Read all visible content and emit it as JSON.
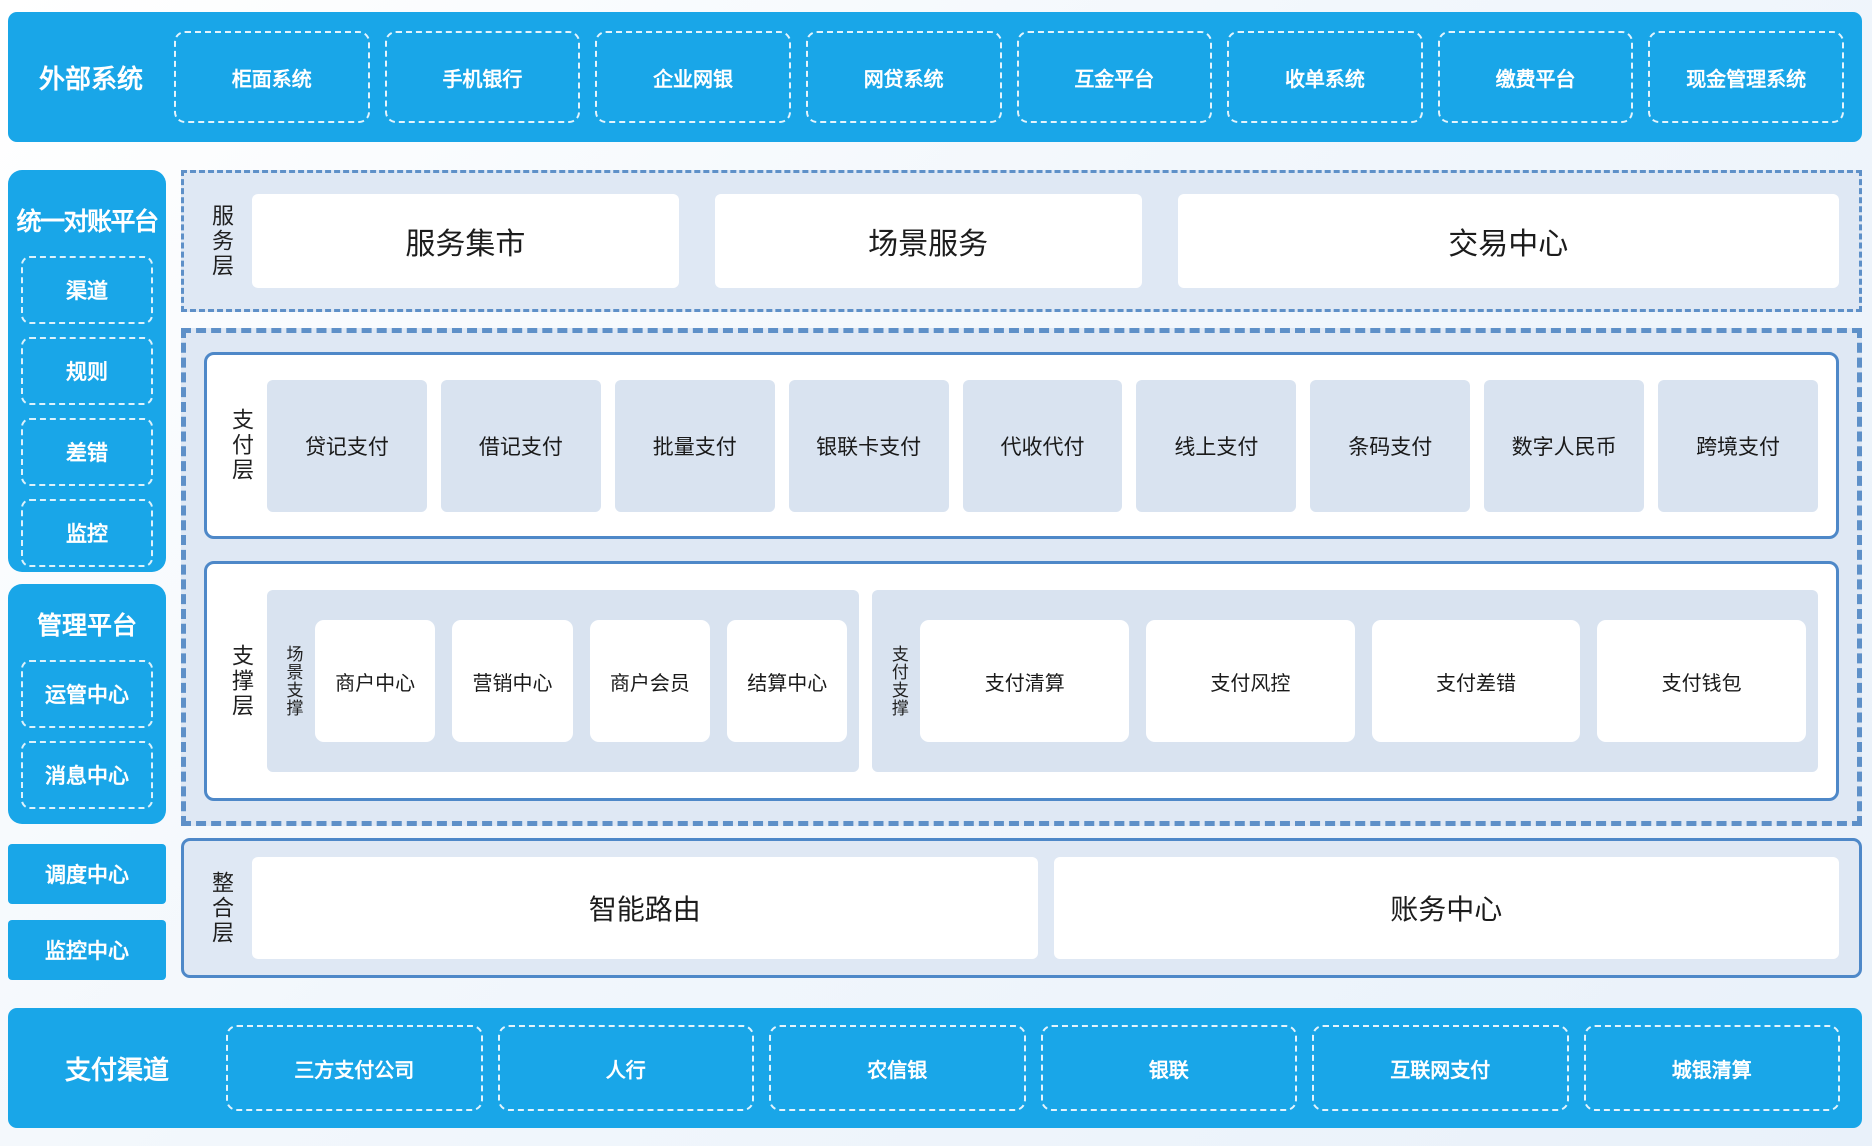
{
  "colors": {
    "cyan": "#19a6e8",
    "panel_bg": "#dfe8f4",
    "chip_bg": "#d9e3f0",
    "dashed_border_blue": "#5e90c8",
    "solid_border_blue": "#4e88c8",
    "text_dark": "#1a1a1a",
    "text_white": "#ffffff"
  },
  "top_band": {
    "title": "外部系统",
    "items": [
      "柜面系统",
      "手机银行",
      "企业网银",
      "网贷系统",
      "互金平台",
      "收单系统",
      "缴费平台",
      "现金管理系统"
    ]
  },
  "sidebar": {
    "recon_platform": {
      "title": "统一对账平台",
      "items": [
        "渠道",
        "规则",
        "差错",
        "监控"
      ]
    },
    "mgmt_platform": {
      "title": "管理平台",
      "items": [
        "运管中心",
        "消息中心"
      ]
    },
    "dispatch_block": "调度中心",
    "monitor_block": "监控中心"
  },
  "service_layer": {
    "label": "服务层",
    "items": [
      "服务集市",
      "场景服务",
      "交易中心"
    ]
  },
  "payment_layer": {
    "label": "支付层",
    "items": [
      "贷记支付",
      "借记支付",
      "批量支付",
      "银联卡支付",
      "代收代付",
      "线上支付",
      "条码支付",
      "数字人民币",
      "跨境支付"
    ]
  },
  "support_layer": {
    "label": "支撑层",
    "groups": [
      {
        "label": "场景支撑",
        "items": [
          "商户中心",
          "营销中心",
          "商户会员",
          "结算中心"
        ]
      },
      {
        "label": "支付支撑",
        "items": [
          "支付清算",
          "支付风控",
          "支付差错",
          "支付钱包"
        ]
      }
    ]
  },
  "integration_layer": {
    "label": "整合层",
    "items": [
      "智能路由",
      "账务中心"
    ]
  },
  "bottom_band": {
    "title": "支付渠道",
    "items": [
      "三方支付公司",
      "人行",
      "农信银",
      "银联",
      "互联网支付",
      "城银清算"
    ]
  }
}
